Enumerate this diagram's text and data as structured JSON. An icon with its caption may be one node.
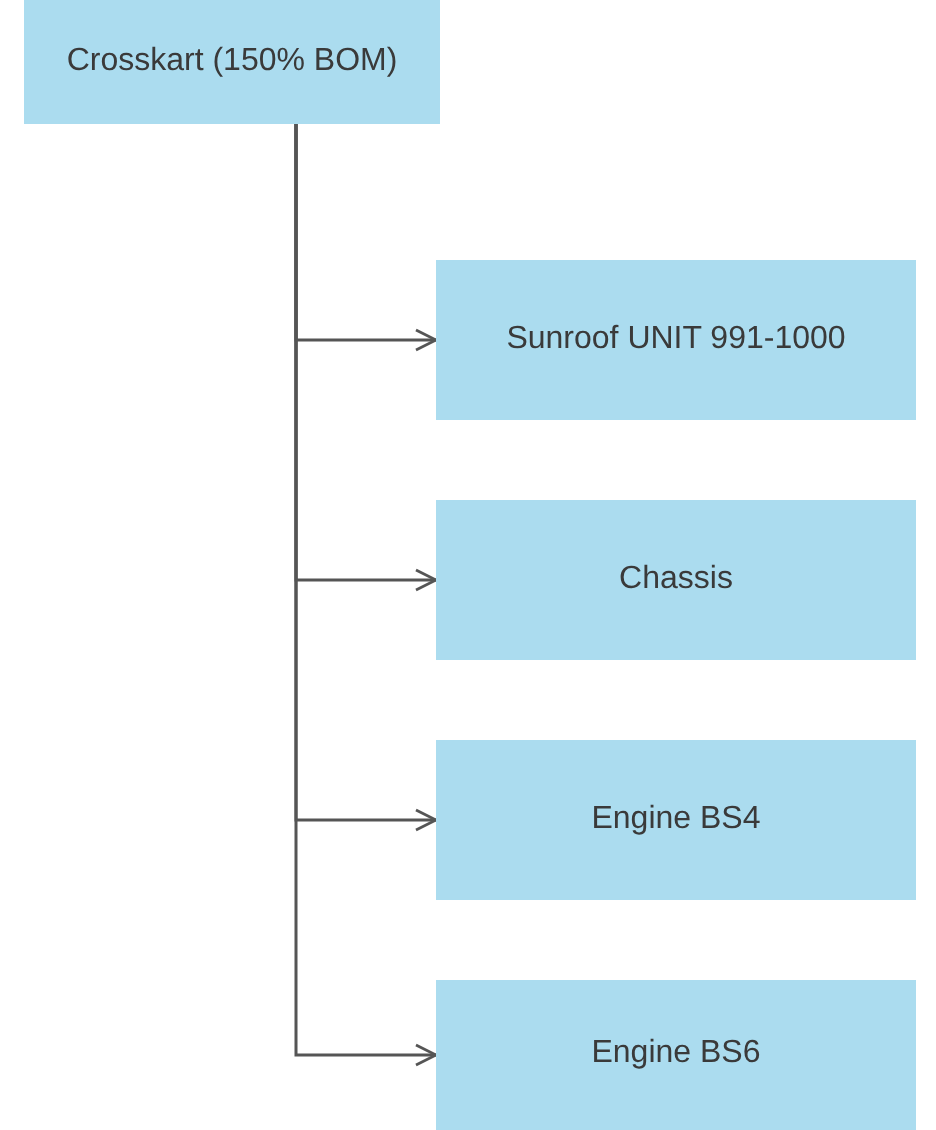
{
  "diagram": {
    "nodes": [
      {
        "text": [
          "Crosskart (150% BOM)"
        ]
      },
      {
        "text": [
          "Sunroof UNIT 991-1000"
        ]
      },
      {
        "text": [
          "Chassis"
        ]
      },
      {
        "text": [
          "Engine BS4"
        ]
      },
      {
        "text": [
          "Engine BS6"
        ]
      }
    ],
    "edges": [
      {
        "from": 0,
        "to": 1,
        "arrow": "to"
      },
      {
        "from": 0,
        "to": 2,
        "arrow": "to"
      },
      {
        "from": 0,
        "to": 3,
        "arrow": "to"
      },
      {
        "from": 0,
        "to": 4,
        "arrow": "to"
      }
    ]
  }
}
